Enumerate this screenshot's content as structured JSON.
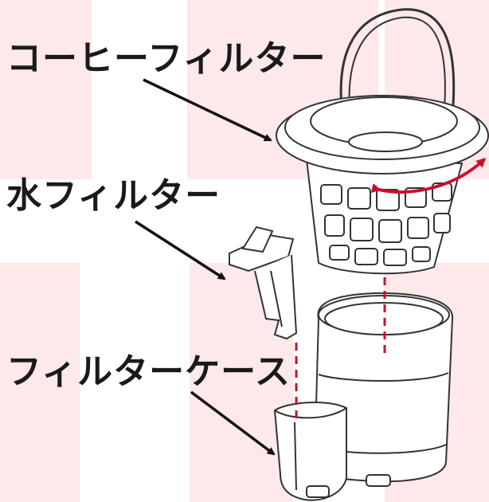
{
  "labels": {
    "coffee_filter": "コーヒーフィルター",
    "water_filter": "水フィルター",
    "filter_case": "フィルターケース"
  },
  "colors": {
    "background_pattern": "#fde8ea",
    "rotation_arrow": "#c8102e",
    "guide_line": "#c8102e",
    "outline": "#333333"
  },
  "icons": {
    "rotate": "double-headed-curved-arrow"
  }
}
